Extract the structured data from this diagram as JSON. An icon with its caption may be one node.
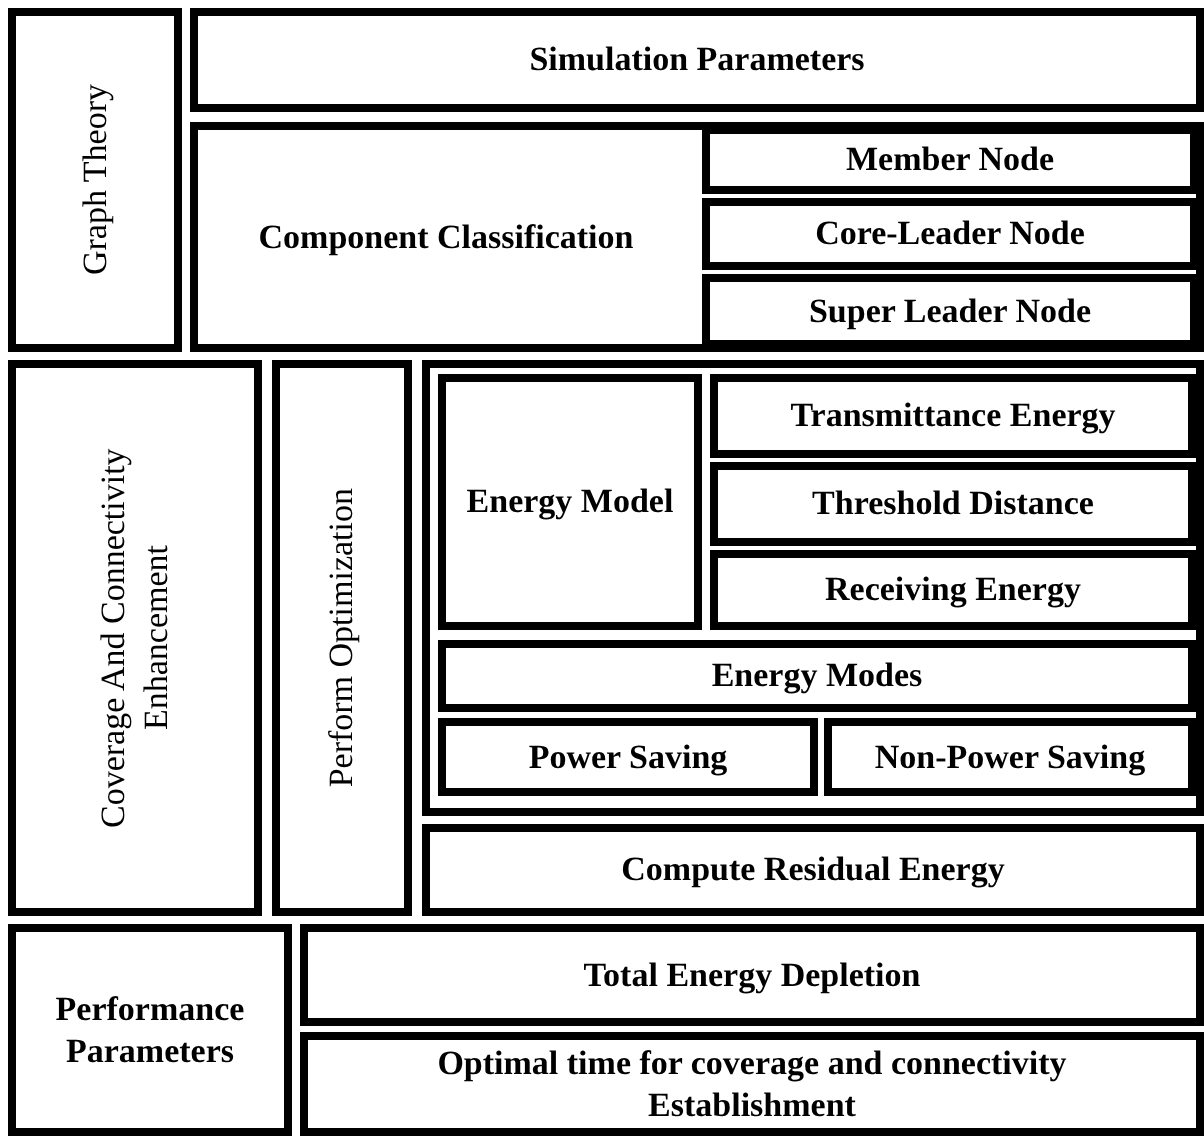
{
  "diagram": {
    "nodes": [
      {
        "text": [
          "Graph Theory"
        ]
      },
      {
        "text": [
          "Simulation Parameters"
        ]
      },
      {
        "text": [
          "Component Classification"
        ]
      },
      {
        "text": [
          "Member Node"
        ],
        "in": 2
      },
      {
        "text": [
          "Core-Leader Node"
        ],
        "in": 2
      },
      {
        "text": [
          "Super Leader Node"
        ],
        "in": 2
      },
      {
        "text": [
          "Coverage And Connectivity Enhancement"
        ]
      },
      {
        "text": [
          "Perform Optimization"
        ]
      },
      {
        "text": [],
        "shape": "box"
      },
      {
        "text": [
          "Energy Model"
        ],
        "in": 8
      },
      {
        "text": [
          "Transmittance Energy"
        ],
        "in": 8
      },
      {
        "text": [
          "Threshold Distance"
        ],
        "in": 8
      },
      {
        "text": [
          "Receiving Energy"
        ],
        "in": 8
      },
      {
        "text": [
          "Energy Modes"
        ],
        "in": 8
      },
      {
        "text": [
          "Power Saving"
        ],
        "in": 8
      },
      {
        "text": [
          "Non-Power Saving"
        ],
        "in": 8
      },
      {
        "text": [
          "Compute Residual Energy"
        ]
      },
      {
        "text": [
          "Performance Parameters"
        ]
      },
      {
        "text": [
          "Total Energy Depletion"
        ]
      },
      {
        "text": [
          "Optimal time for coverage and connectivity Establishment"
        ]
      }
    ]
  }
}
